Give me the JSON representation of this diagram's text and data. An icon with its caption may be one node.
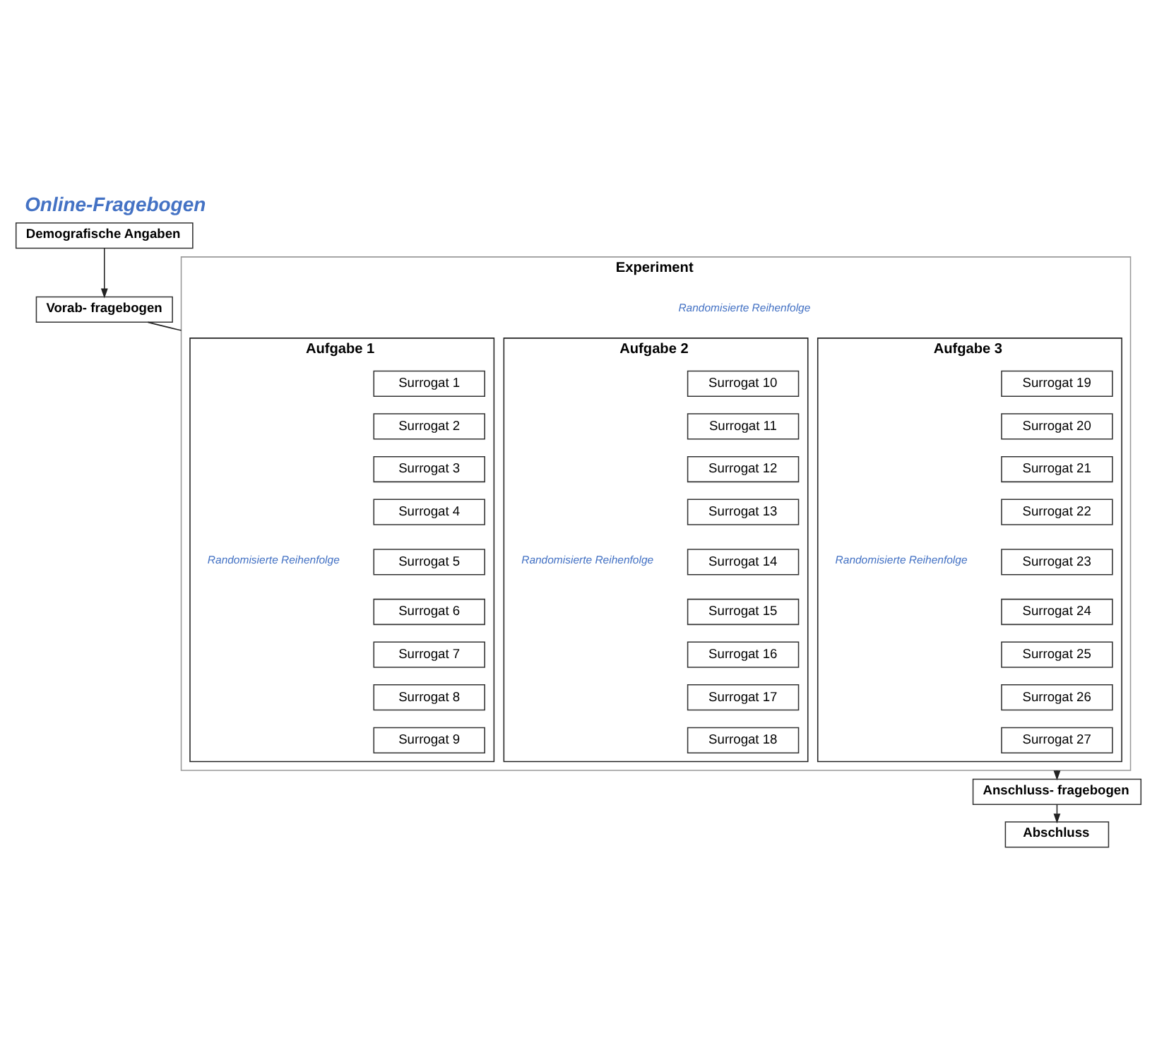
{
  "diagram": {
    "title": "Online-Fragebogen",
    "nodes": [
      {
        "text": [
          "Demografische Angaben"
        ]
      },
      {
        "text": [
          "Vorab- fragebogen"
        ]
      },
      {
        "text": [
          "Experiment"
        ]
      },
      {
        "text": [
          "Aufgabe 1"
        ],
        "in": 2
      },
      {
        "text": [
          "Surrogat 1"
        ],
        "in": 3
      },
      {
        "text": [
          "Surrogat 2"
        ],
        "in": 3
      },
      {
        "text": [
          "Surrogat 3"
        ],
        "in": 3
      },
      {
        "text": [
          "Surrogat 4"
        ],
        "in": 3
      },
      {
        "text": [
          "Surrogat 5"
        ],
        "in": 3
      },
      {
        "text": [
          "Surrogat 6"
        ],
        "in": 3
      },
      {
        "text": [
          "Surrogat 7"
        ],
        "in": 3
      },
      {
        "text": [
          "Surrogat 8"
        ],
        "in": 3
      },
      {
        "text": [
          "Surrogat 9"
        ],
        "in": 3
      },
      {
        "text": [
          "Aufgabe 2"
        ],
        "in": 2
      },
      {
        "text": [
          "Surrogat 10"
        ],
        "in": 13
      },
      {
        "text": [
          "Surrogat 11"
        ],
        "in": 13
      },
      {
        "text": [
          "Surrogat 12"
        ],
        "in": 13
      },
      {
        "text": [
          "Surrogat 13"
        ],
        "in": 13
      },
      {
        "text": [
          "Surrogat 14"
        ],
        "in": 13
      },
      {
        "text": [
          "Surrogat 15"
        ],
        "in": 13
      },
      {
        "text": [
          "Surrogat 16"
        ],
        "in": 13
      },
      {
        "text": [
          "Surrogat 17"
        ],
        "in": 13
      },
      {
        "text": [
          "Surrogat 18"
        ],
        "in": 13
      },
      {
        "text": [
          "Aufgabe 3"
        ],
        "in": 2
      },
      {
        "text": [
          "Surrogat 19"
        ],
        "in": 23
      },
      {
        "text": [
          "Surrogat 20"
        ],
        "in": 23
      },
      {
        "text": [
          "Surrogat 21"
        ],
        "in": 23
      },
      {
        "text": [
          "Surrogat 22"
        ],
        "in": 23
      },
      {
        "text": [
          "Surrogat 23"
        ],
        "in": 23
      },
      {
        "text": [
          "Surrogat 24"
        ],
        "in": 23
      },
      {
        "text": [
          "Surrogat 25"
        ],
        "in": 23
      },
      {
        "text": [
          "Surrogat 26"
        ],
        "in": 23
      },
      {
        "text": [
          "Surrogat 27"
        ],
        "in": 23
      },
      {
        "text": [
          "Anschluss- fragebogen"
        ]
      },
      {
        "text": [
          "Abschluss"
        ]
      }
    ],
    "edges": [
      {
        "from": 0,
        "to": 1,
        "arrow": "to"
      },
      {
        "from": 1,
        "to": 2,
        "arrow": "none"
      },
      {
        "from": 2,
        "to": 33,
        "arrow": "to"
      },
      {
        "from": 33,
        "to": 34,
        "arrow": "to"
      }
    ],
    "labels": [
      "Randomisierte Reihenfolge",
      "Randomisierte Reihenfolge",
      "Randomisierte Reihenfolge",
      "Randomisierte Reihenfolge"
    ]
  }
}
